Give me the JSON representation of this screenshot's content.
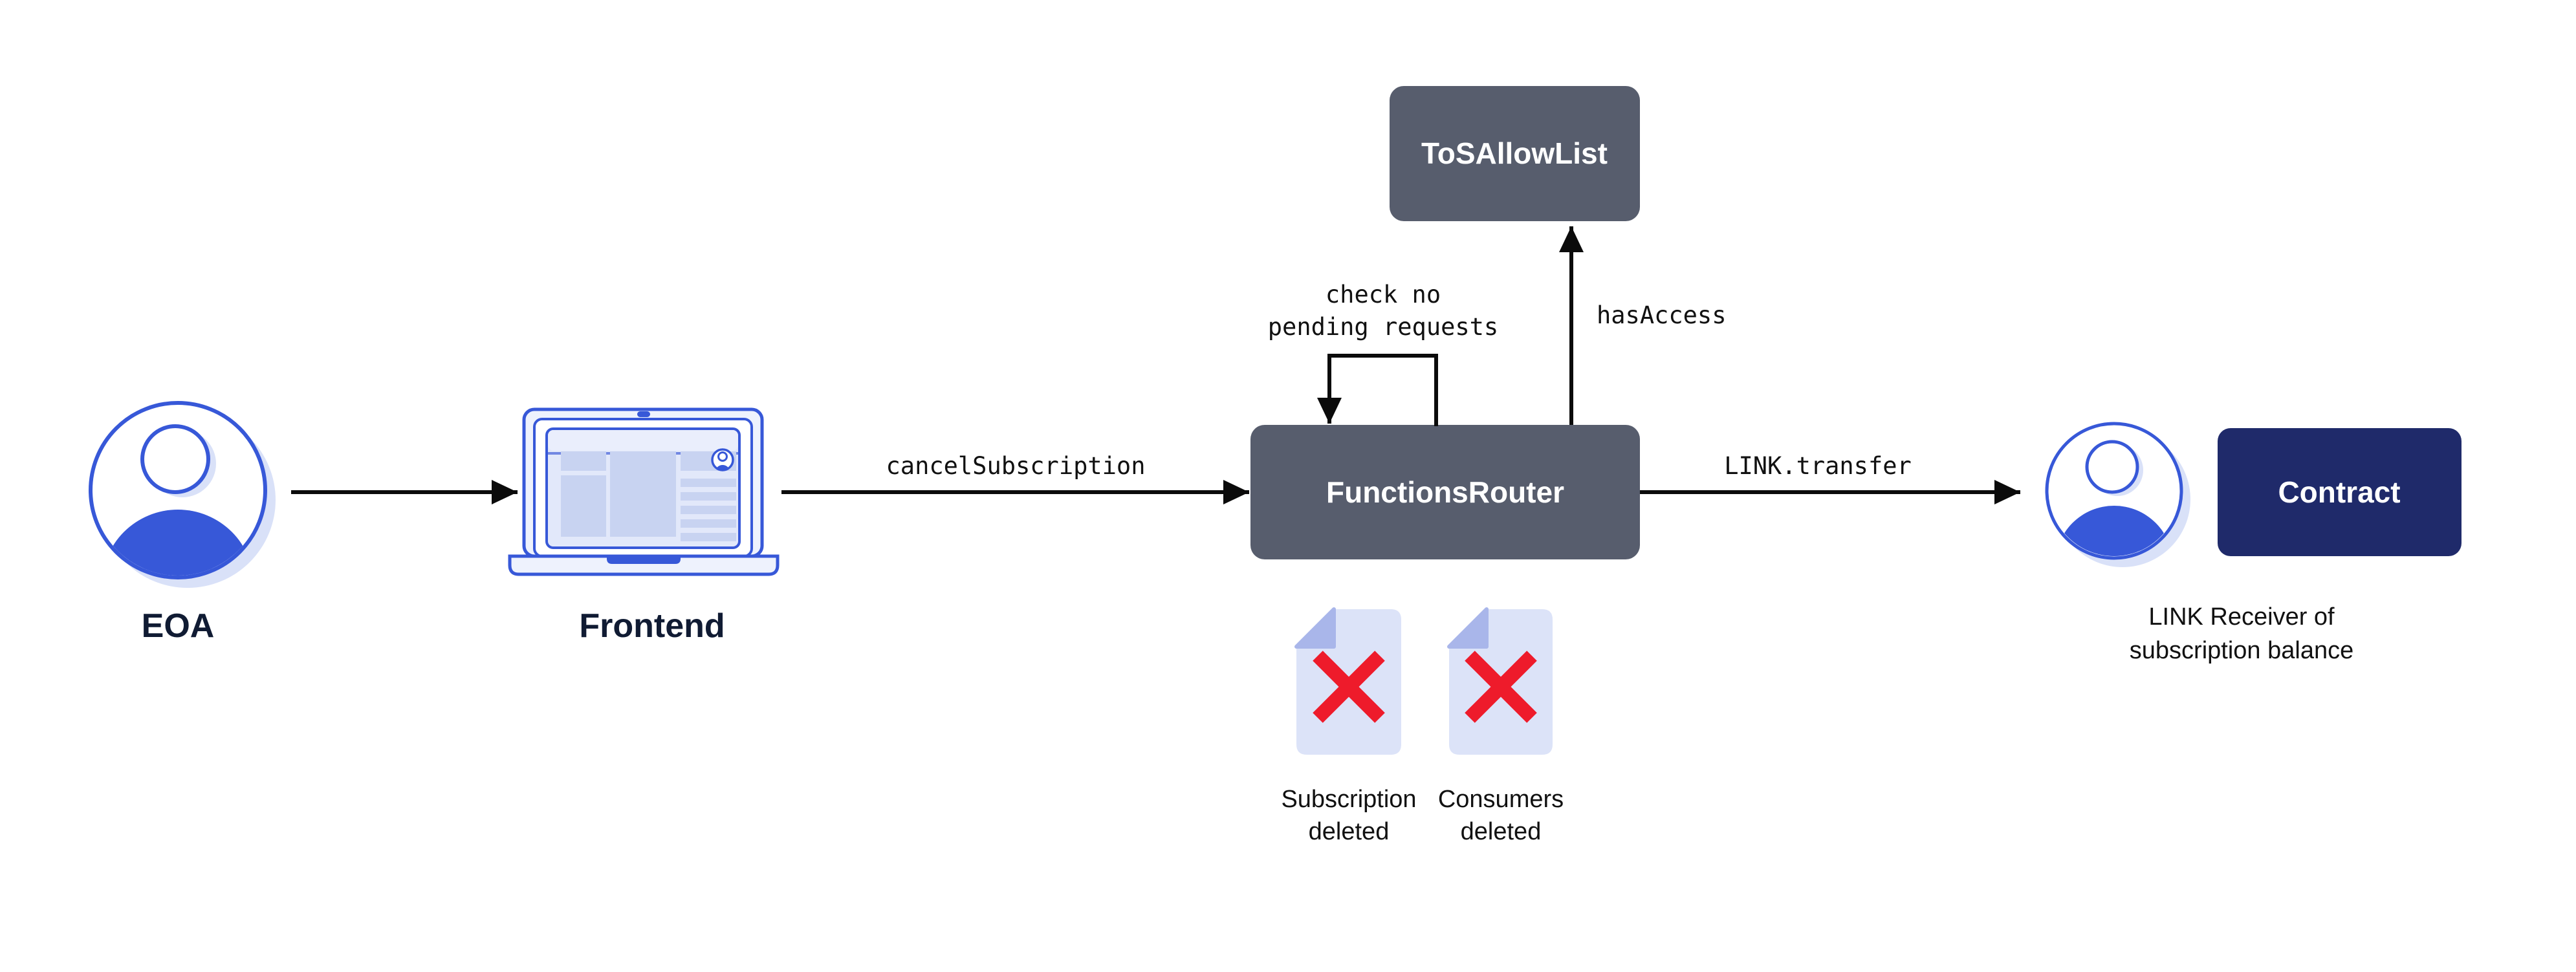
{
  "diagram": {
    "title_hint": "cancel subscription flow",
    "nodes": {
      "eoa": {
        "label": "EOA",
        "icon": "person-icon"
      },
      "frontend": {
        "label": "Frontend",
        "icon": "laptop-icon"
      },
      "functions_router": {
        "label": "FunctionsRouter"
      },
      "tos_allow_list": {
        "label": "ToSAllowList"
      },
      "contract": {
        "label": "Contract"
      },
      "link_receiver": {
        "icon": "person-icon",
        "caption_line1": "LINK Receiver of",
        "caption_line2": "subscription balance"
      },
      "subscription_deleted": {
        "icon": "document-x-icon",
        "caption_line1": "Subscription",
        "caption_line2": "deleted"
      },
      "consumers_deleted": {
        "icon": "document-x-icon",
        "caption_line1": "Consumers",
        "caption_line2": "deleted"
      }
    },
    "edges": {
      "eoa_to_frontend": {
        "label": ""
      },
      "cancel_subscription": {
        "label": "cancelSubscription"
      },
      "check_pending": {
        "label_line1": "check no",
        "label_line2": "pending requests"
      },
      "has_access": {
        "label": "hasAccess"
      },
      "link_transfer": {
        "label": "LINK.transfer"
      }
    },
    "colors": {
      "background": "#ffffff",
      "box_gray": "#575d6d",
      "box_navy": "#1f2a6a",
      "accent_blue": "#3758d8",
      "icon_shadow": "#d9e1f8",
      "red_x": "#ee1b2b",
      "line_black": "#0b0b0b",
      "dark_text": "#101b33"
    }
  }
}
